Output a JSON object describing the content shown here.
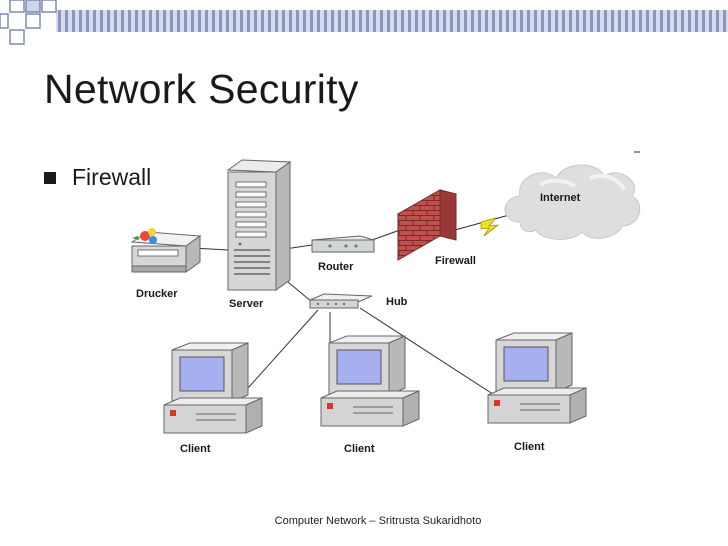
{
  "slide": {
    "title": "Network Security",
    "bullet": "Firewall"
  },
  "diagram": {
    "nodes": {
      "internet": "Internet",
      "firewall": "Firewall",
      "router": "Router",
      "hub": "Hub",
      "server": "Server",
      "drucker": "Drucker",
      "client_left": "Client",
      "client_middle": "Client",
      "client_right": "Client"
    }
  },
  "footer": {
    "text": "Computer Network – Sritrusta Sukaridhoto"
  },
  "colors": {
    "header_square_border": "#7b8bb0",
    "stripe_blue": "#8a96c0",
    "stripe_light": "#d6dbea",
    "firewall_brick": "#c0504d",
    "screen_blue": "#a6b0f0",
    "device_gray": "#d4d4d4",
    "cloud_gray": "#dedede",
    "lightning_yellow": "#f2e21e"
  }
}
